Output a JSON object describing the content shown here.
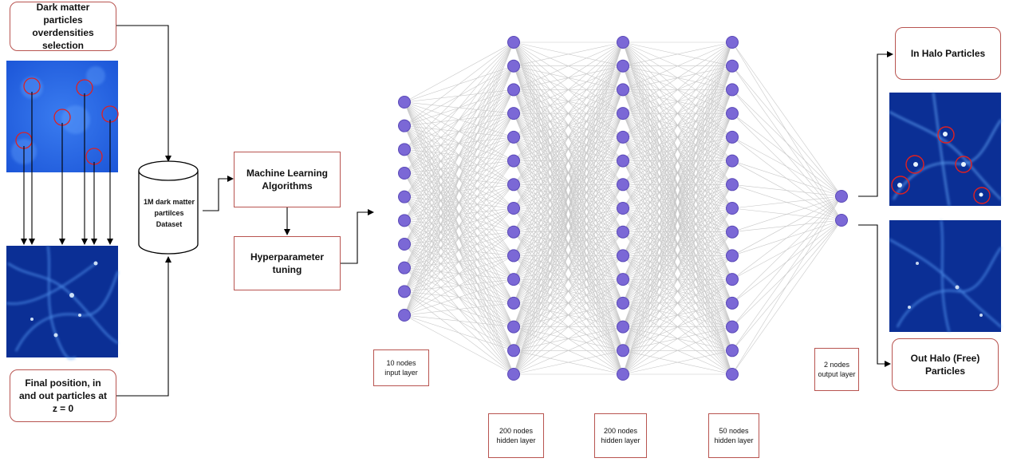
{
  "boxes": {
    "selection": "Dark matter\nparticles\noverdensities\nselection",
    "final_position": "Final position, in\nand out particles at\nz = 0",
    "dataset": "1M dark matter\npartilces\nDataset",
    "ml_algorithms": "Machine Learning\nAlgorithms",
    "hyperparameter": "Hyperparameter\ntuning",
    "in_halo": "In Halo Particles",
    "out_halo": "Out Halo (Free)\nParticles"
  },
  "layers": [
    {
      "label": "10 nodes\ninput layer",
      "nodes": 10
    },
    {
      "label": "200 nodes\nhidden layer",
      "nodes": 15
    },
    {
      "label": "200 nodes\nhidden layer",
      "nodes": 15
    },
    {
      "label": "50 nodes\nhidden layer",
      "nodes": 15
    },
    {
      "label": "2 nodes\noutput layer",
      "nodes": 2
    }
  ],
  "colors": {
    "node": "#7b68d6",
    "node_stroke": "#5a49b8",
    "box_border": "#b85450",
    "edge": "#c8c8c8",
    "arrow": "#000000",
    "halo_marker": "#e02020",
    "sim_dark": "#0a2a8a",
    "sim_light": "#a8d8ff"
  }
}
